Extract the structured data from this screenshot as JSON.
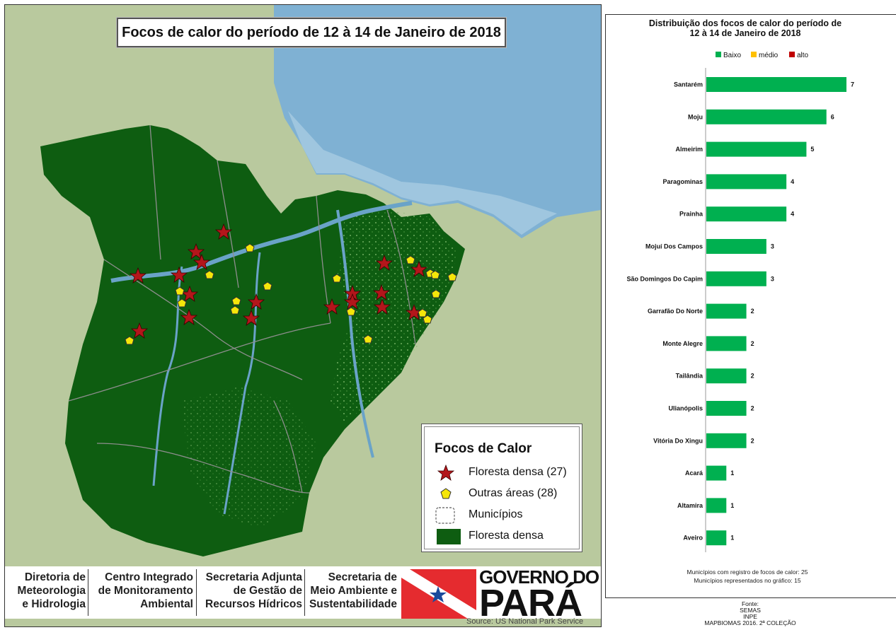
{
  "map": {
    "title": "Focos de calor do período de 12 à 14 de Janeiro de 2018",
    "source": "Source: US National Park Service",
    "colors": {
      "forest": "#0f5e12",
      "land": "#b8c99c",
      "water": "#7fb3d5",
      "star": "#b3161b",
      "pentagon": "#f5e60a",
      "municipality": "#8e8e8e"
    },
    "legend": {
      "title": "Focos de Calor",
      "items": [
        {
          "label": "Floresta densa (27)",
          "icon": "star-icon"
        },
        {
          "label": "Outras áreas (28)",
          "icon": "pentagon-icon"
        },
        {
          "label": "Municípios",
          "icon": "dashed-box-icon"
        },
        {
          "label": "Floresta densa",
          "icon": "green-box-icon"
        }
      ]
    },
    "hotspots_dense_forest": 27,
    "hotspots_other_areas": 28
  },
  "credits": {
    "orgs": [
      {
        "line1": "Diretoria de",
        "line2": "Meteorologia",
        "line3": "e Hidrologia"
      },
      {
        "line1": "Centro Integrado",
        "line2": "de Monitoramento",
        "line3": "Ambiental"
      },
      {
        "line1": "Secretaria Adjunta",
        "line2": "de Gestão de",
        "line3": "Recursos Hídricos"
      },
      {
        "line1": "Secretaria de",
        "line2": "Meio Ambiente e",
        "line3": "Sustentabilidade"
      }
    ],
    "logo_line1": "GOVERNO DO",
    "logo_line2": "PARÁ"
  },
  "chart_data": {
    "type": "bar",
    "orientation": "horizontal",
    "title": "Distribuição dos focos de calor do período de 12 à 14 de Janeiro de 2018",
    "title_line1": "Distribuição dos focos de calor do período de",
    "title_line2": "12 à 14 de Janeiro de 2018",
    "legend": [
      {
        "name": "Baixo",
        "color": "#00b050"
      },
      {
        "name": "médio",
        "color": "#ffc000"
      },
      {
        "name": "alto",
        "color": "#c00000"
      }
    ],
    "legend_position": "top",
    "categories": [
      "Santarém",
      "Moju",
      "Almeirim",
      "Paragominas",
      "Prainha",
      "Mojuí Dos Campos",
      "São Domingos Do Capim",
      "Garrafão Do Norte",
      "Monte Alegre",
      "Tailândia",
      "Ulianópolis",
      "Vitória Do Xingu",
      "Acará",
      "Altamira",
      "Aveiro"
    ],
    "series": [
      {
        "name": "Baixo",
        "values": [
          7,
          6,
          5,
          4,
          4,
          3,
          3,
          2,
          2,
          2,
          2,
          2,
          1,
          1,
          1
        ]
      }
    ],
    "xlim": [
      0,
      7
    ],
    "grid": false,
    "footnote1": "Municípios com registro de focos de calor: 25",
    "footnote2": "Municípios representados no gráfico: 15"
  },
  "fonte": {
    "line1": "Fonte:",
    "line2": "SEMAS",
    "line3": "INPE",
    "line4": "MAPBIOMAS 2016. 2ª COLEÇÃO"
  }
}
